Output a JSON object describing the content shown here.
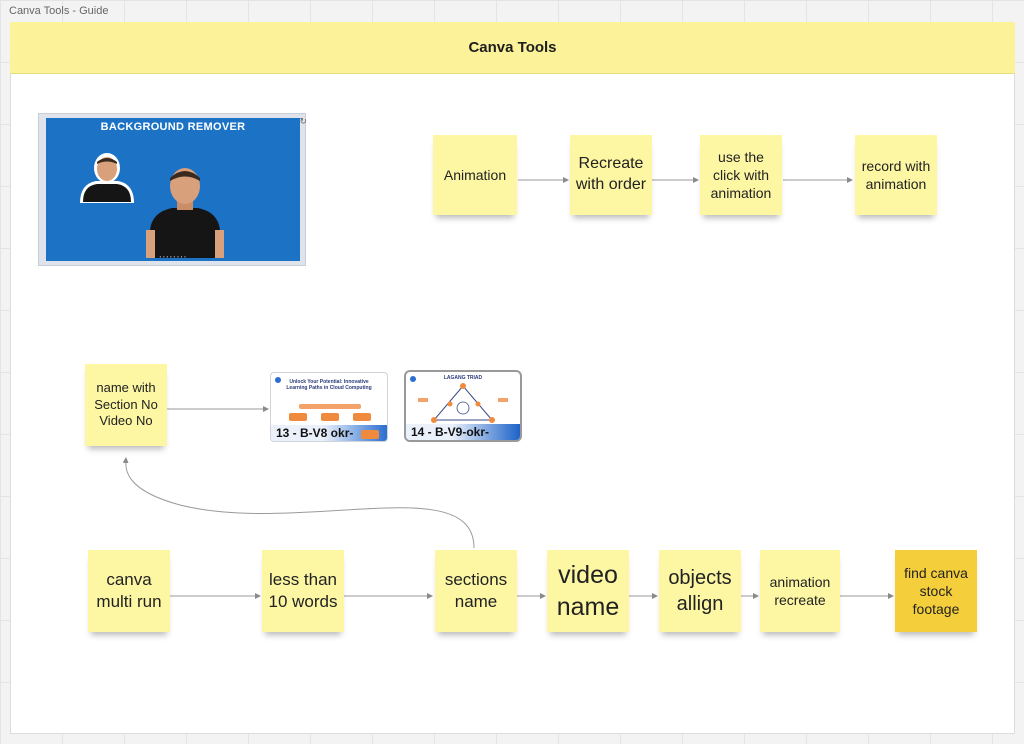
{
  "board": {
    "title": "Canva Tools - Guide"
  },
  "frame": {
    "title": "Canva Tools"
  },
  "images": {
    "background_remover": {
      "title": "BACKGROUND REMOVER"
    },
    "slide_13": {
      "label": "13 - B-V8 okr-",
      "title": "Unlock Your Potential: Innovative Learning Paths in Cloud Computing"
    },
    "slide_14": {
      "label": "14 - B-V9-okr-",
      "title": "LAGANG TRIAD"
    }
  },
  "notes": {
    "animation": "Animation",
    "recreate_with_order": "Recreate with order",
    "use_click_with_animation": "use the click with animation",
    "record_with_animation": "record with animation",
    "name_with_section": "name with Section No Video No",
    "canva_multi_run": "canva multi run",
    "less_than_10_words": "less than 10 words",
    "sections_name": "sections name",
    "video_name": "video name",
    "objects_allign": "objects allign",
    "animation_recreate": "animation recreate",
    "find_canva_stock_footage": "find canva stock footage"
  },
  "colors": {
    "note": "#fdf7a4",
    "note_highlight": "#f5cf3b",
    "frame_header": "#fbf29a",
    "thumbnail_blue": "#1c73c6"
  }
}
